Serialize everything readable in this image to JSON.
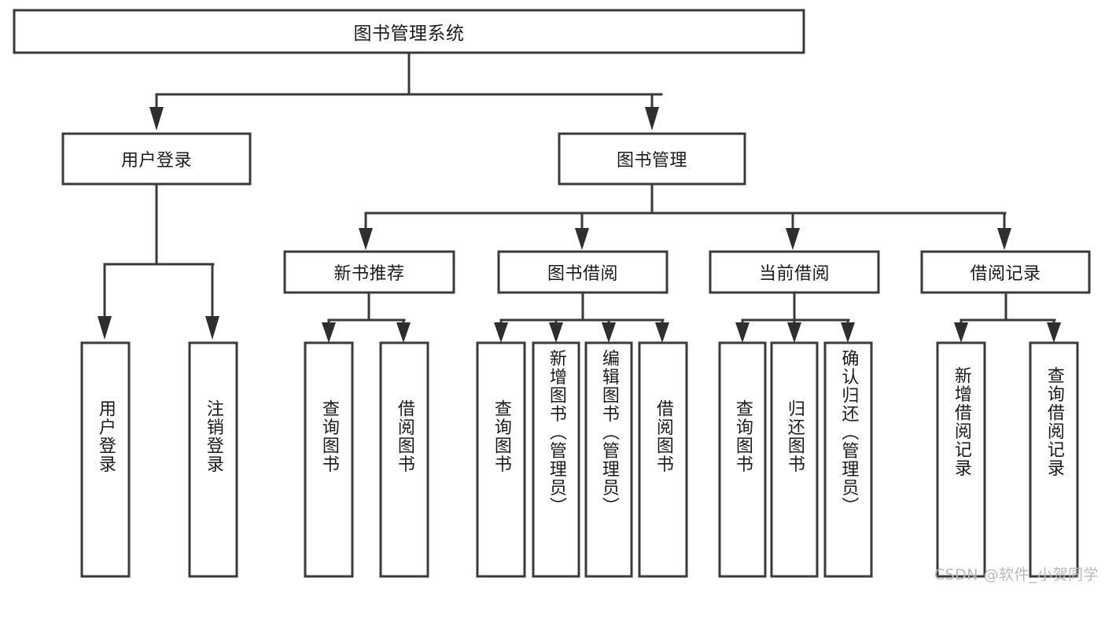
{
  "diagram": {
    "kind": "tree-hierarchy-chart",
    "title": "图书管理系统",
    "watermark": "CSDN @软件_小贺同学",
    "colors": {
      "stroke": "#3a3a3a",
      "arrow": "#2e2e2e",
      "box_fill": "#ffffff",
      "text": "#1b1b1b",
      "background": "#ffffff",
      "watermark": "#b9b9b9"
    },
    "root": {
      "label": "图书管理系统"
    },
    "level2": [
      {
        "label": "用户登录"
      },
      {
        "label": "图书管理"
      }
    ],
    "level3": [
      {
        "label": "新书推荐"
      },
      {
        "label": "图书借阅"
      },
      {
        "label": "当前借阅"
      },
      {
        "label": "借阅记录"
      }
    ],
    "leaves": {
      "user_login": [
        {
          "label": "用户登录"
        },
        {
          "label": "注销登录"
        }
      ],
      "new_book_recommend": [
        {
          "label": "查询图书"
        },
        {
          "label": "借阅图书"
        }
      ],
      "book_borrow": [
        {
          "label": "查询图书"
        },
        {
          "label": "新增图书（管理员）"
        },
        {
          "label": "编辑图书（管理员）"
        },
        {
          "label": "借阅图书"
        }
      ],
      "current_borrow": [
        {
          "label": "查询图书"
        },
        {
          "label": "归还图书"
        },
        {
          "label": "确认归还（管理员）"
        }
      ],
      "borrow_record": [
        {
          "label": "新增借阅记录"
        },
        {
          "label": "查询借阅记录"
        }
      ]
    }
  }
}
